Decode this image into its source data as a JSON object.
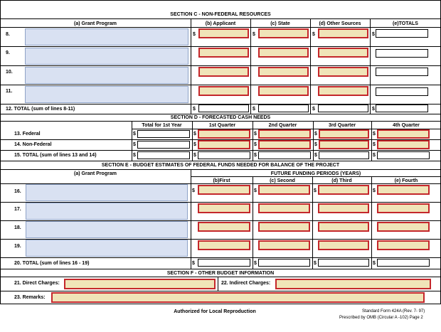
{
  "sectionC": {
    "title": "SECTION C - NON-FEDERAL RESOURCES",
    "headers": [
      "(a) Grant Program",
      "(b) Applicant",
      "(c) State",
      "(d) Other Sources",
      "(e)TOTALS"
    ],
    "rows": [
      {
        "label": "8."
      },
      {
        "label": "9."
      },
      {
        "label": "10."
      },
      {
        "label": "11."
      }
    ],
    "total_label": "12. TOTAL (sum of lines 8-11)"
  },
  "sectionD": {
    "title": "SECTION D - FORECASTED CASH NEEDS",
    "headers": [
      "Total for 1st Year",
      "1st Quarter",
      "2nd Quarter",
      "3rd Quarter",
      "4th Quarter"
    ],
    "rows": [
      {
        "label": "13. Federal"
      },
      {
        "label": "14. Non-Federal"
      },
      {
        "label": "15. TOTAL (sum of lines 13 and 14)"
      }
    ]
  },
  "sectionE": {
    "title": "SECTION E - BUDGET ESTIMATES OF FEDERAL FUNDS NEEDED FOR BALANCE OF THE PROJECT",
    "grant_header": "(a) Grant Program",
    "future_header": "FUTURE FUNDING PERIODS (YEARS)",
    "headers": [
      "(b)First",
      "(c) Second",
      "(d) Third",
      "(e) Fourth"
    ],
    "rows": [
      {
        "label": "16."
      },
      {
        "label": "17."
      },
      {
        "label": "18."
      },
      {
        "label": "19."
      }
    ],
    "total_label": "20. TOTAL (sum of lines 16 - 19)"
  },
  "sectionF": {
    "title": "SECTION F - OTHER BUDGET INFORMATION",
    "direct_label": "21. Direct Charges:",
    "indirect_label": "22. Indirect Charges:",
    "remarks_label": "23. Remarks:"
  },
  "footer": {
    "center": "Authorized for Local Reproduction",
    "form": "Standard Form 424A (Rev. 7- 97)",
    "prescribed": "Prescribed by OMB (Circular A -102) Page 2"
  },
  "currency_symbol": "$",
  "colors": {
    "grant_field": "#d9e1f2",
    "required_field": "#f0e4b8",
    "required_border": "#c4272b"
  }
}
